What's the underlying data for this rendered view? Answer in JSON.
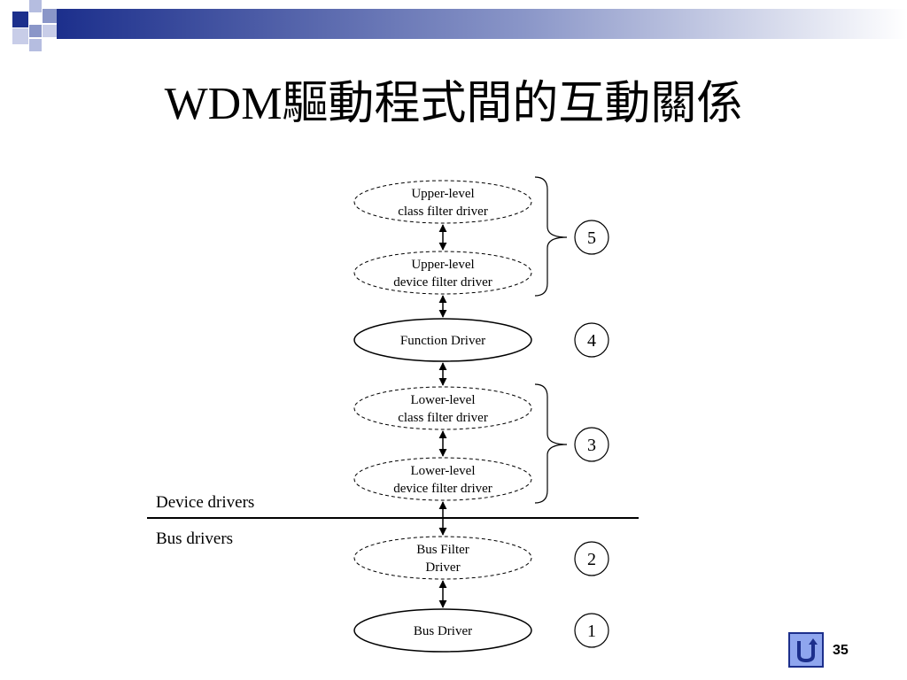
{
  "slide": {
    "title": "WDM驅動程式間的互動關係",
    "page_number": "35",
    "accent_color": "#1c2f8c",
    "accent_light": "#8fa6ee"
  },
  "diagram": {
    "nodes": [
      {
        "id": "upper-class",
        "lines": [
          "Upper-level",
          "class filter driver"
        ],
        "style": "dashed"
      },
      {
        "id": "upper-device",
        "lines": [
          "Upper-level",
          "device filter driver"
        ],
        "style": "dashed"
      },
      {
        "id": "function",
        "lines": [
          "Function Driver"
        ],
        "style": "solid"
      },
      {
        "id": "lower-class",
        "lines": [
          "Lower-level",
          "class filter driver"
        ],
        "style": "dashed"
      },
      {
        "id": "lower-device",
        "lines": [
          "Lower-level",
          "device filter driver"
        ],
        "style": "dashed"
      },
      {
        "id": "bus-filter",
        "lines": [
          "Bus Filter",
          "Driver"
        ],
        "style": "dashed"
      },
      {
        "id": "bus",
        "lines": [
          "Bus Driver"
        ],
        "style": "solid"
      }
    ],
    "numbers": [
      "5",
      "4",
      "3",
      "2",
      "1"
    ],
    "sections": {
      "device": "Device drivers",
      "bus": "Bus drivers"
    }
  },
  "icons": {
    "home": "return-arrow-icon"
  }
}
